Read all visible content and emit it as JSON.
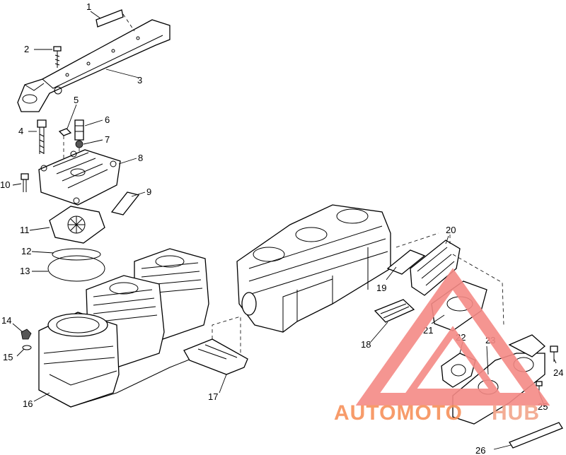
{
  "callouts": [
    {
      "label": "1"
    },
    {
      "label": "2"
    },
    {
      "label": "3"
    },
    {
      "label": "4"
    },
    {
      "label": "5"
    },
    {
      "label": "6"
    },
    {
      "label": "7"
    },
    {
      "label": "8"
    },
    {
      "label": "9"
    },
    {
      "label": "10"
    },
    {
      "label": "11"
    },
    {
      "label": "12"
    },
    {
      "label": "13"
    },
    {
      "label": "14"
    },
    {
      "label": "15"
    },
    {
      "label": "16"
    },
    {
      "label": "17"
    },
    {
      "label": "18"
    },
    {
      "label": "19"
    },
    {
      "label": "20"
    },
    {
      "label": "21"
    },
    {
      "label": "22"
    },
    {
      "label": "23"
    },
    {
      "label": "24"
    },
    {
      "label": "25"
    },
    {
      "label": "26"
    }
  ],
  "watermark": {
    "part1": "AUTOMOTO",
    "part2": "HUB",
    "color_primary": "#f7915a",
    "color_secondary": "#f2a58a",
    "logo_color": "#f58a86"
  }
}
